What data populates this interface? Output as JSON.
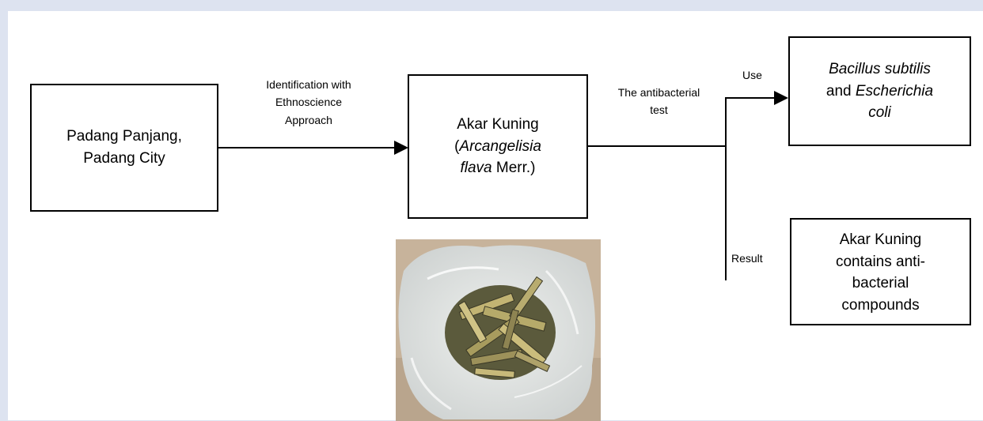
{
  "boxes": {
    "origin": {
      "line1": "Padang Panjang,",
      "line2": "Padang City"
    },
    "plant": {
      "line1": "Akar Kuning",
      "paren_open": "(",
      "italic1": "Arcangelisia",
      "italic2": "flava",
      "rest": " Merr.)"
    },
    "bacteria": {
      "italic1": "Bacillus subtilis",
      "and": "and ",
      "italic2": "Escherichia",
      "italic3": "coli"
    },
    "result": {
      "line1": "Akar Kuning",
      "line2": "contains anti-",
      "line3": "bacterial",
      "line4": "compounds"
    }
  },
  "labels": {
    "identification": {
      "line1": "Identification with",
      "line2": "Ethnoscience",
      "line3": "Approach"
    },
    "antibacterial": {
      "line1": "The antibacterial",
      "line2": "test"
    },
    "use": "Use",
    "result": "Result"
  },
  "photo": {
    "subject": "dried akar kuning root pieces in plastic bag"
  }
}
